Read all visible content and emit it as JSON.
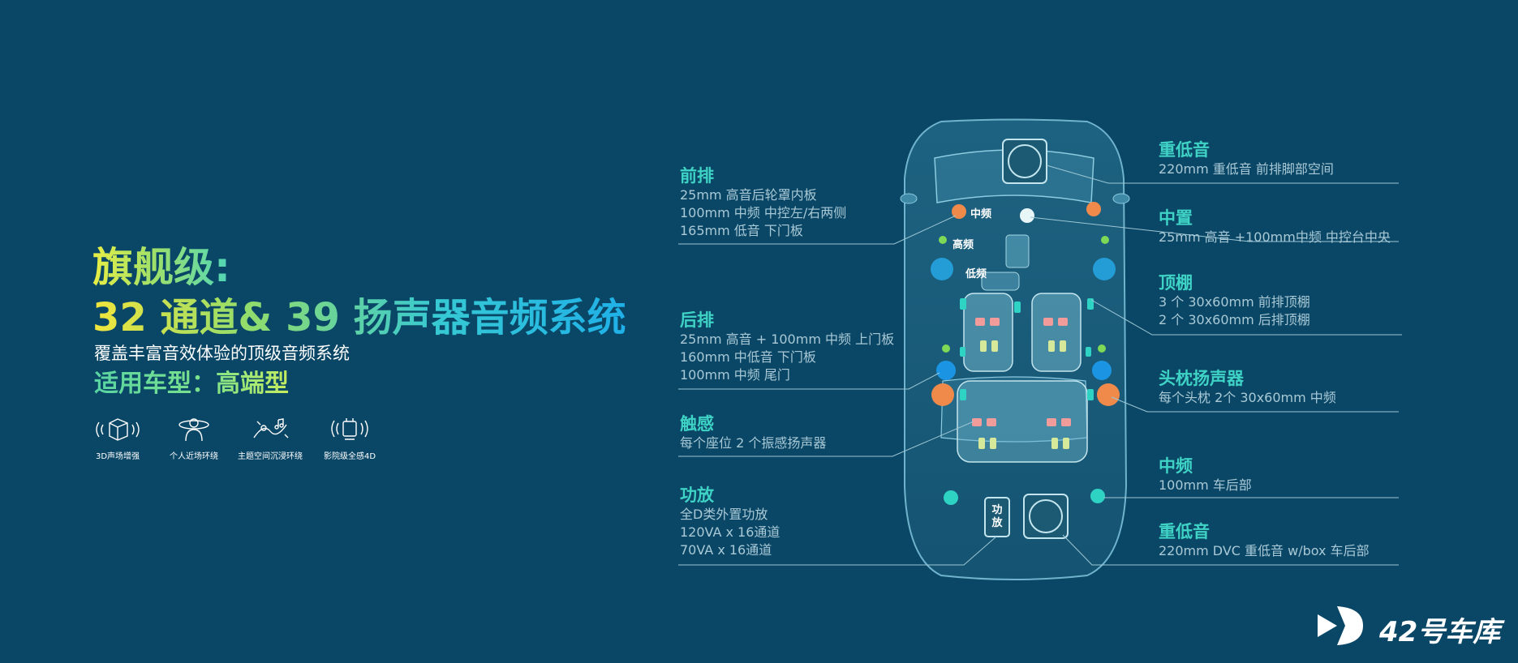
{
  "headline": {
    "line1": "旗舰级:",
    "line2": "32 通道& 39 扬声器音频系统",
    "subtitle": "覆盖丰富音效体验的顶级音频系统",
    "models": "适用车型：高端型"
  },
  "features": [
    {
      "icon": "3d-sound-cube-icon",
      "label": "3D声场增强"
    },
    {
      "icon": "personal-surround-icon",
      "label": "个人近场环绕"
    },
    {
      "icon": "immersive-space-icon",
      "label": "主题空间沉浸环绕"
    },
    {
      "icon": "cinema-4d-icon",
      "label": "影院级全感4D"
    }
  ],
  "left_labels": {
    "front": {
      "title": "前排",
      "lines": [
        "25mm 高音后轮罩内板",
        "100mm 中频 中控左/右两侧",
        "165mm 低音 下门板"
      ]
    },
    "rear": {
      "title": "后排",
      "lines": [
        "25mm 高音 + 100mm 中频 上门板",
        "160mm 中低音 下门板",
        "100mm 中频 尾门"
      ]
    },
    "haptic": {
      "title": "触感",
      "lines": [
        "每个座位 2 个振感扬声器"
      ]
    },
    "amp": {
      "title": "功放",
      "lines": [
        "全D类外置功放",
        "120VA x 16通道",
        "70VA x 16通道"
      ]
    }
  },
  "right_labels": {
    "sub_front": {
      "title": "重低音",
      "lines": [
        "220mm 重低音 前排脚部空间"
      ]
    },
    "center": {
      "title": "中置",
      "lines": [
        "25mm 高音 +100mm中频 中控台中央"
      ]
    },
    "roof": {
      "title": "顶棚",
      "lines": [
        "3 个 30x60mm 前排顶棚",
        "2 个 30x60mm 后排顶棚"
      ]
    },
    "headrest": {
      "title": "头枕扬声器",
      "lines": [
        "每个头枕 2个 30x60mm 中频"
      ]
    },
    "mid_rear": {
      "title": "中频",
      "lines": [
        "100mm 车后部"
      ]
    },
    "sub_rear": {
      "title": "重低音",
      "lines": [
        "220mm DVC 重低音 w/box 车后部"
      ]
    }
  },
  "car_labels": {
    "mid": "中频",
    "high": "高频",
    "low": "低频",
    "amp_box": "功放"
  },
  "logo": {
    "text": "42号车库"
  },
  "colors": {
    "background": "#0a4766",
    "accent_teal": "#3fd3c6",
    "speaker_orange": "#f08a4b",
    "speaker_blue": "#27a8e8",
    "speaker_green": "#7ed957",
    "speaker_cyan": "#2ed3c4"
  }
}
